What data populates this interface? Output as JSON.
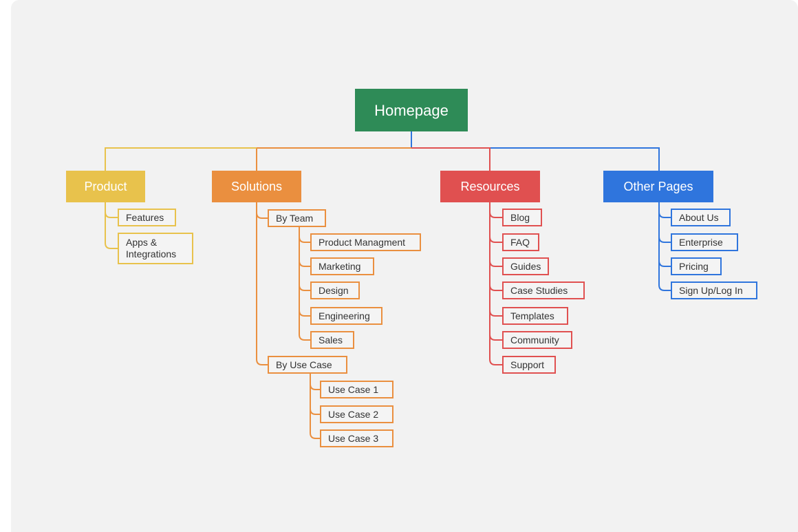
{
  "colors": {
    "canvas_background": "#f2f2f2",
    "root": "#2e8b57",
    "product": "#e8c24c",
    "solutions": "#ea8f3f",
    "resources": "#e05050",
    "other_pages": "#2f75dd"
  },
  "root": {
    "label": "Homepage"
  },
  "branches": {
    "product": {
      "label": "Product",
      "items": [
        "Features",
        "Apps & Integrations"
      ]
    },
    "solutions": {
      "label": "Solutions",
      "by_team": {
        "label": "By Team",
        "items": [
          "Product Managment",
          "Marketing",
          "Design",
          "Engineering",
          "Sales"
        ]
      },
      "by_use_case": {
        "label": "By Use Case",
        "items": [
          "Use Case 1",
          "Use Case 2",
          "Use Case 3"
        ]
      }
    },
    "resources": {
      "label": "Resources",
      "items": [
        "Blog",
        "FAQ",
        "Guides",
        "Case Studies",
        "Templates",
        "Community",
        "Support"
      ]
    },
    "other_pages": {
      "label": "Other Pages",
      "items": [
        "About Us",
        "Enterprise",
        "Pricing",
        "Sign Up/Log In"
      ]
    }
  }
}
